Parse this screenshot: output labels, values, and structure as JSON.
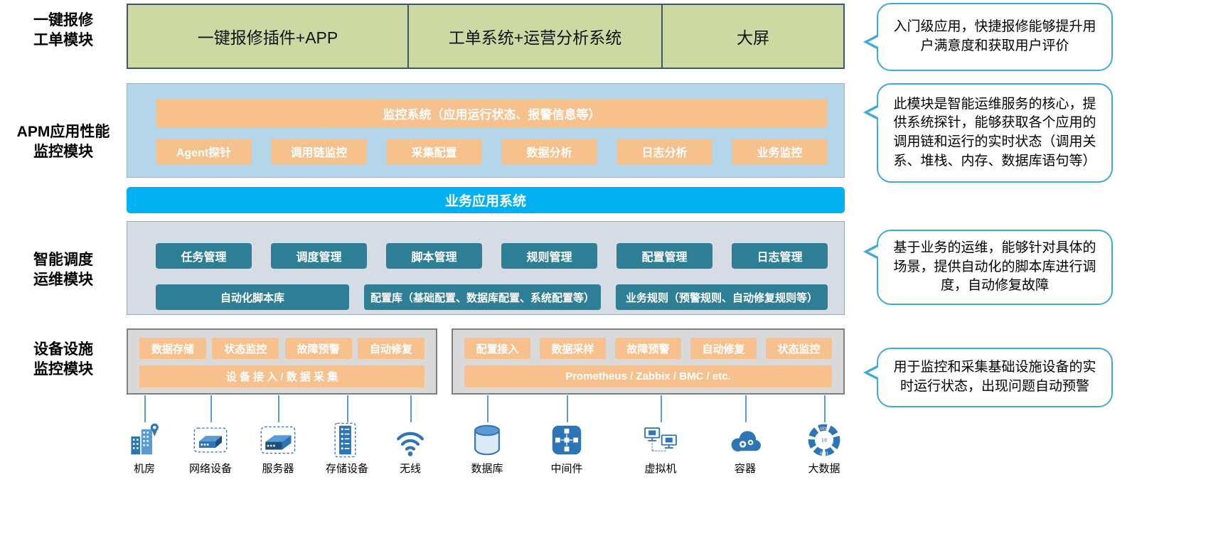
{
  "colors": {
    "green-fill": "#ccd9a3",
    "green-border": "#44546a",
    "apm-fill": "#b5d5e8",
    "apm-border": "#8ab9d6",
    "orange": "#f7c18e",
    "cyan": "#00b0f0",
    "sched-fill": "#d6dce4",
    "sched-border": "#9aa8bc",
    "teal": "#2e7f96",
    "panel-fill": "#d9d9d9",
    "panel-border": "#7f7f7f",
    "callout-border": "#3fa9dc",
    "icon-blue": "#2e75b6",
    "icon-blue-light": "#5b9bd5",
    "connector": "#5b9bd5"
  },
  "labels": {
    "repair": "一键报修\n工单模块",
    "apm": "APM应用性能\n监控模块",
    "scheduling": "智能调度\n运维模块",
    "facility": "设备设施\n监控模块"
  },
  "repair": {
    "cells": [
      "一键报修插件+APP",
      "工单系统+运营分析系统",
      "大屏"
    ],
    "callout": "入门级应用，快捷报修能够提升用户满意度和获取用户评价"
  },
  "apm": {
    "monitor_bar": "监控系统（应用运行状态、报警信息等）",
    "buttons": [
      "Agent探针",
      "调用链监控",
      "采集配置",
      "数据分析",
      "日志分析",
      "业务监控"
    ],
    "callout": "此模块是智能运维服务的核心，提供系统探针，能够获取各个应用的调用链和运行的实时状态（调用关系、堆栈、内存、数据库语句等）"
  },
  "business_system": {
    "label": "业务应用系统"
  },
  "scheduling": {
    "row1": [
      "任务管理",
      "调度管理",
      "脚本管理",
      "规则管理",
      "配置管理",
      "日志管理"
    ],
    "row2": [
      "自动化脚本库",
      "配置库（基础配置、数据库配置、系统配置等）",
      "业务规则（预警规则、自动修复规则等）"
    ],
    "callout": "基于业务的运维，能够针对具体的场景，提供自动化的脚本库进行调度，自动修复故障"
  },
  "facility": {
    "left": {
      "buttons": [
        "数据存储",
        "状态监控",
        "故障预警",
        "自动修复"
      ],
      "bar": "设 备 接 入 / 数 据 采 集"
    },
    "right": {
      "buttons": [
        "配置接入",
        "数据采样",
        "故障预警",
        "自动修复",
        "状态监控"
      ],
      "bar": "Prometheus / Zabbix / BMC / etc."
    },
    "callout": "用于监控和采集基础设施设备的实时运行状态，出现问题自动预警"
  },
  "devices": [
    {
      "name": "机房",
      "icon": "building-icon"
    },
    {
      "name": "网络设备",
      "icon": "network-device-icon"
    },
    {
      "name": "服务器",
      "icon": "server-icon"
    },
    {
      "name": "存储设备",
      "icon": "storage-icon"
    },
    {
      "name": "无线",
      "icon": "wireless-icon"
    },
    {
      "name": "数据库",
      "icon": "database-icon"
    },
    {
      "name": "中间件",
      "icon": "middleware-icon"
    },
    {
      "name": "虚拟机",
      "icon": "vm-icon"
    },
    {
      "name": "容器",
      "icon": "container-icon"
    },
    {
      "name": "大数据",
      "icon": "bigdata-icon"
    }
  ]
}
